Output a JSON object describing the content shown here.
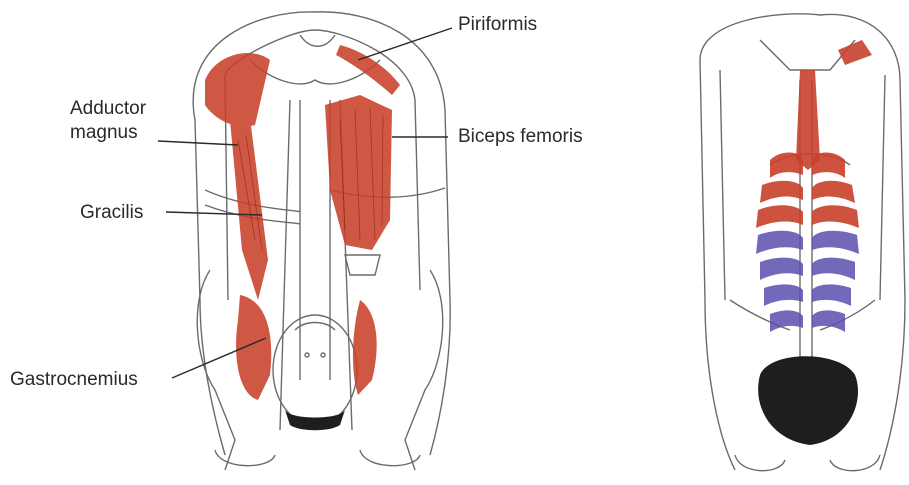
{
  "labels": {
    "piriformis": "Piriformis",
    "adductor_line1": "Adductor",
    "adductor_line2": "magnus",
    "biceps_femoris": "Biceps femoris",
    "gracilis": "Gracilis",
    "gastrocnemius": "Gastrocnemius"
  },
  "colors": {
    "muscle_stretch": "#c8412b",
    "muscle_contract": "#5a4fae",
    "outline": "#6b6b6b",
    "leader_line": "#2a2a2a",
    "hair": "#1e1e1e"
  },
  "figures": {
    "left": "front-view-forward-bend-legs",
    "right": "back-view-forward-bend-torso"
  }
}
